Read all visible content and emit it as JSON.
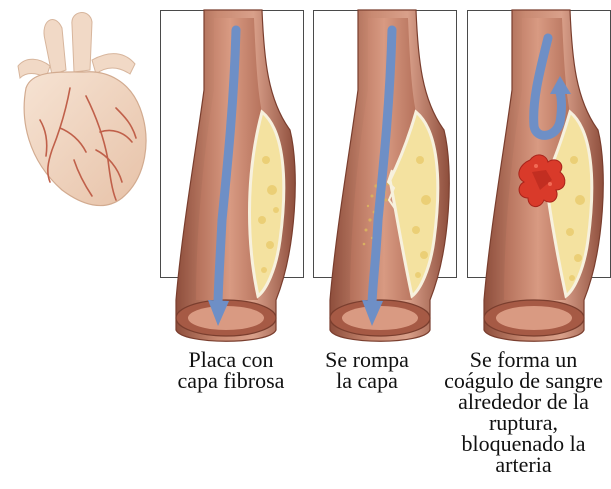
{
  "panels": [
    {
      "caption": "Placa con\ncapa fibrosa"
    },
    {
      "caption": "Se rompa\nla capa"
    },
    {
      "caption": "Se forma un\ncoágulo de sangre\nalrededor de la\nruptura,\nbloquenado la\narteria"
    }
  ],
  "colors": {
    "artery_wall": "#b0705a",
    "artery_lumen": "#cf8f77",
    "plaque": "#f2df9a",
    "blood_flow_arrow": "#6e8fc6",
    "clot": "#d93a2a",
    "heart": "#f0d6c2",
    "frame": "#4a4a4a"
  }
}
